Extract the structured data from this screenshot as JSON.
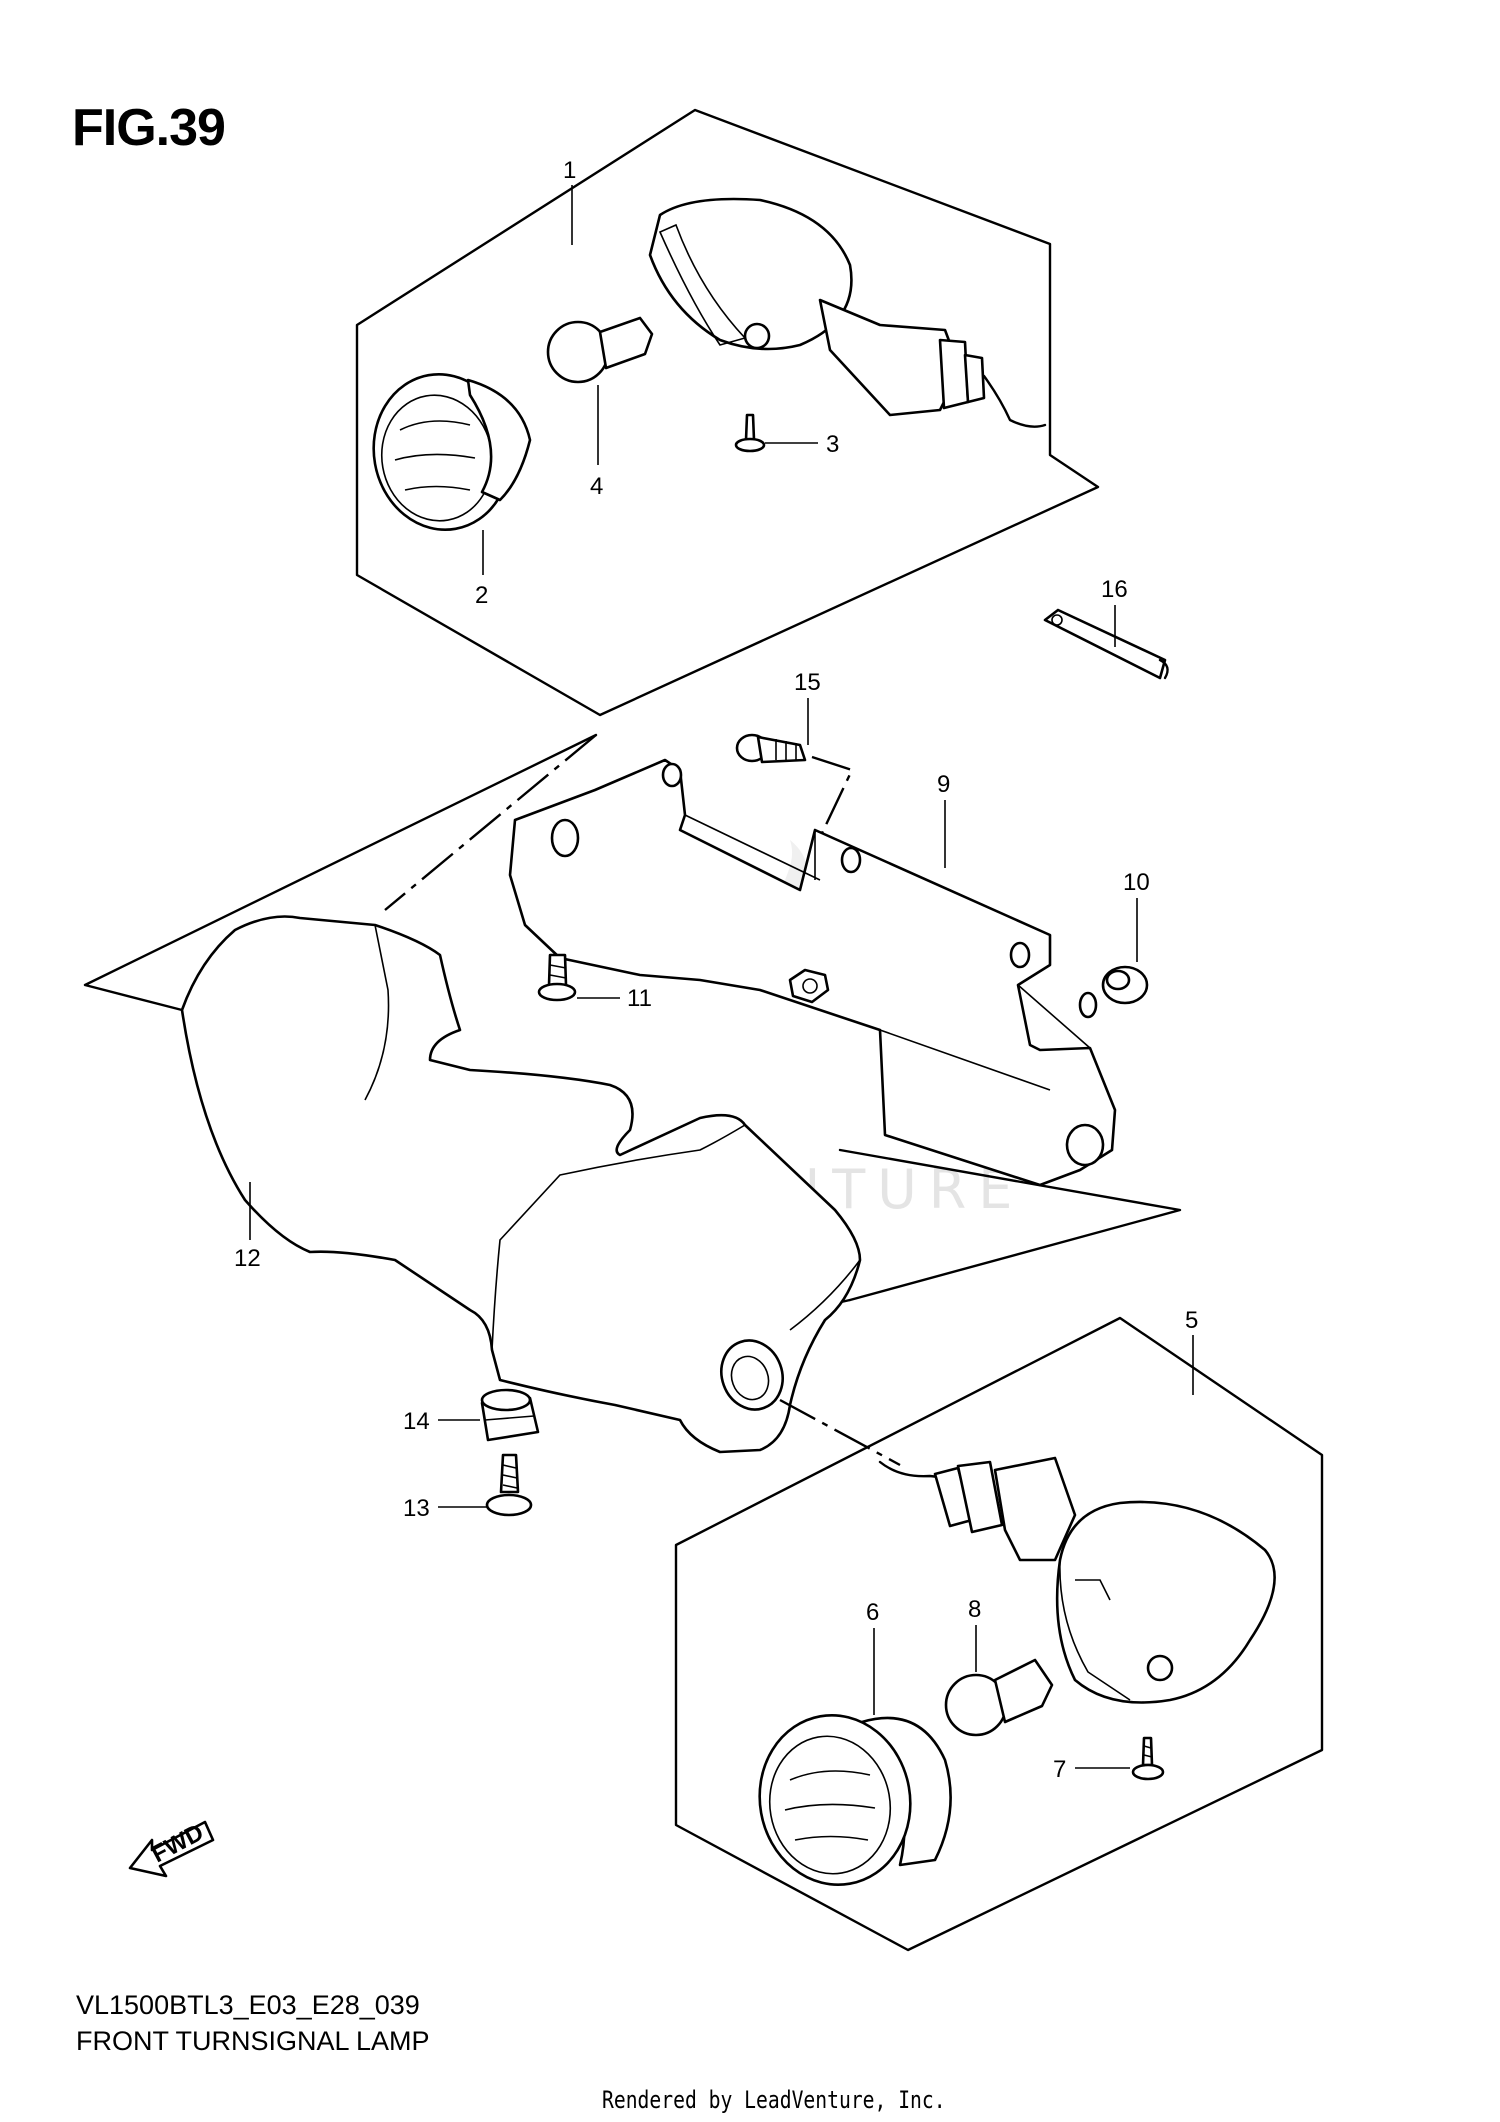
{
  "figure": {
    "title": "FIG.39",
    "model_code": "VL1500BTL3_E03_E28_039",
    "caption": "FRONT TURNSIGNAL LAMP",
    "render_credit": "Rendered by LeadVenture, Inc.",
    "watermark": "LEADVENTURE"
  },
  "fwd_arrow": {
    "label": "FWD"
  },
  "callouts": [
    {
      "number": "1"
    },
    {
      "number": "2"
    },
    {
      "number": "3"
    },
    {
      "number": "4"
    },
    {
      "number": "5"
    },
    {
      "number": "6"
    },
    {
      "number": "7"
    },
    {
      "number": "8"
    },
    {
      "number": "9"
    },
    {
      "number": "10"
    },
    {
      "number": "11"
    },
    {
      "number": "12"
    },
    {
      "number": "13"
    },
    {
      "number": "14"
    },
    {
      "number": "15"
    },
    {
      "number": "16"
    }
  ]
}
